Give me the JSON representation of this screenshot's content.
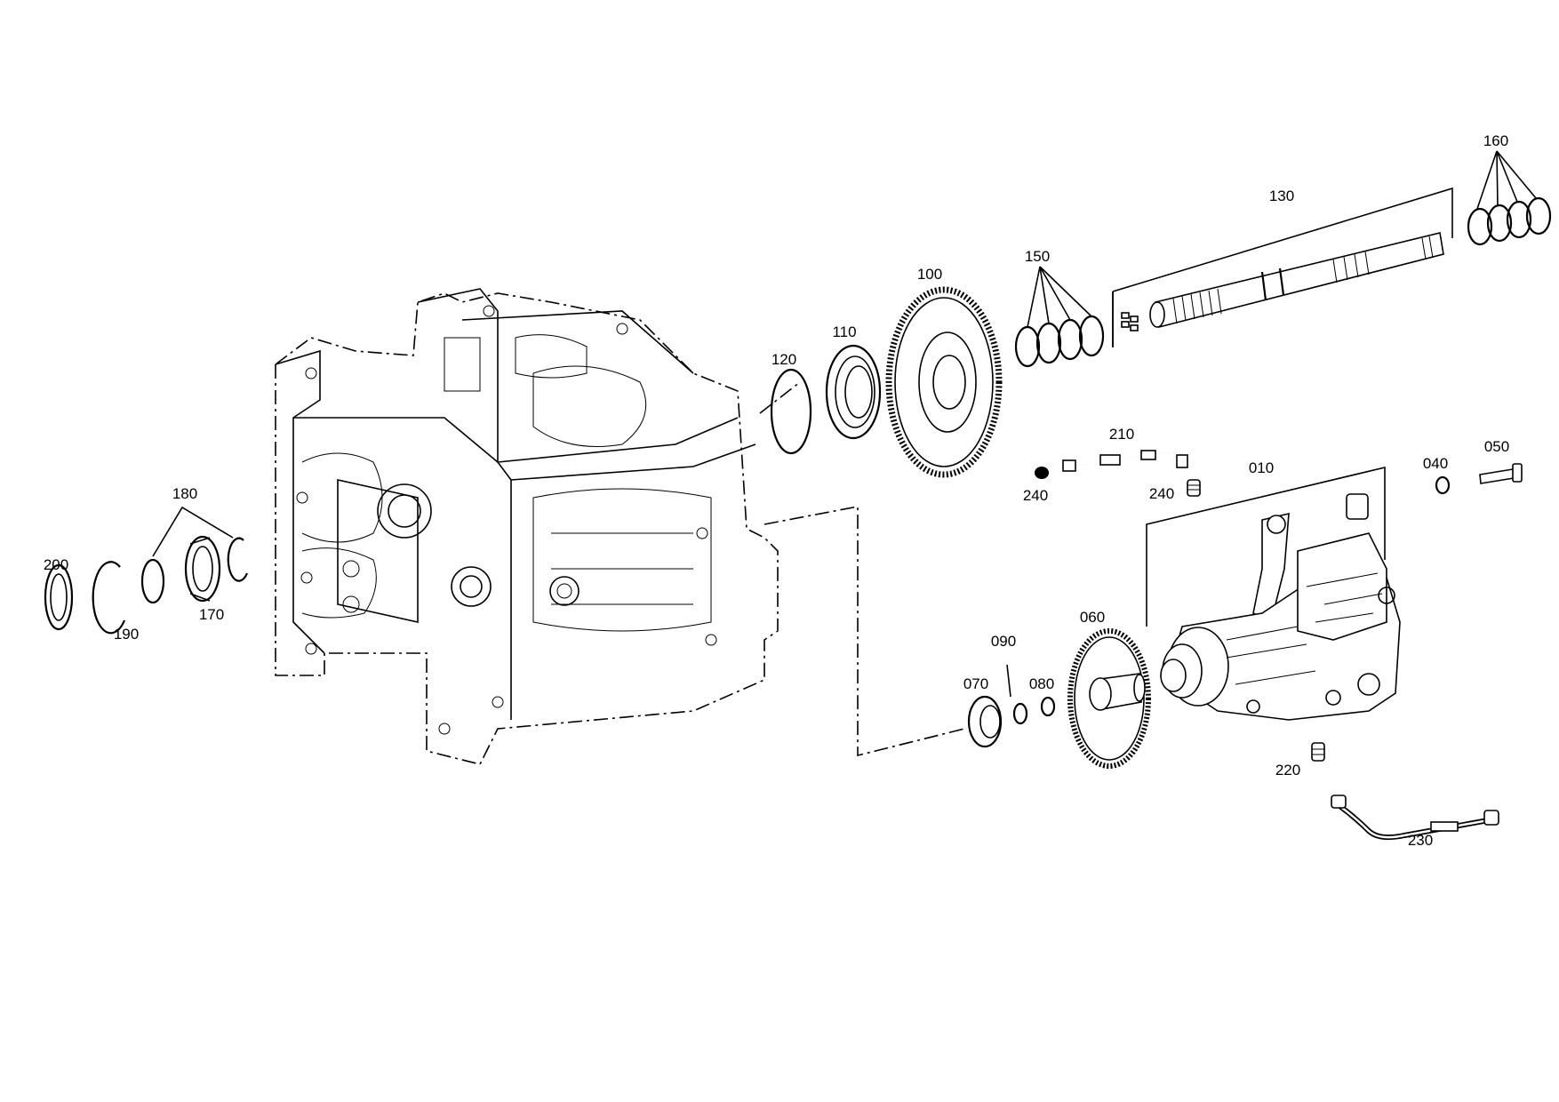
{
  "callouts": {
    "p010": "010",
    "p040": "040",
    "p050": "050",
    "p060": "060",
    "p070": "070",
    "p080": "080",
    "p090": "090",
    "p100": "100",
    "p110": "110",
    "p120": "120",
    "p130": "130",
    "p150": "150",
    "p160": "160",
    "p170": "170",
    "p180": "180",
    "p190": "190",
    "p200": "200",
    "p210": "210",
    "p220": "220",
    "p230": "230",
    "p240a": "240",
    "p240b": "240"
  }
}
